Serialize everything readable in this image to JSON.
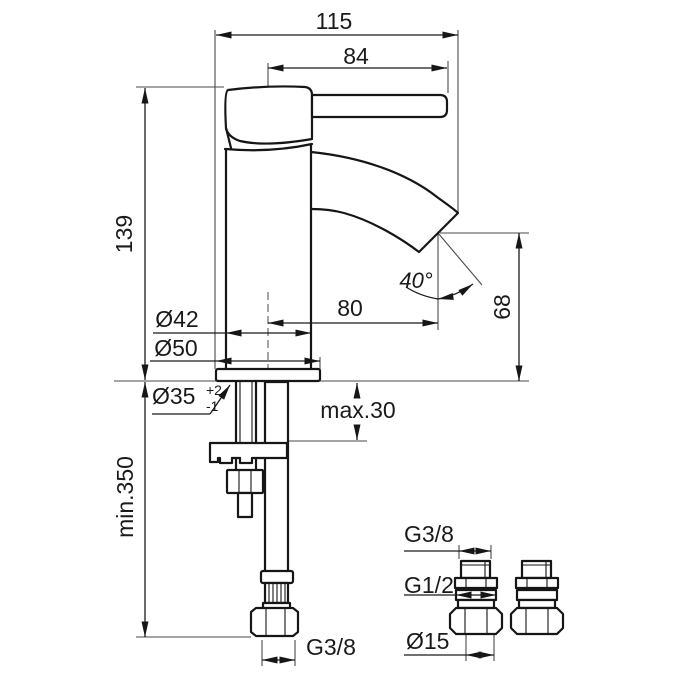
{
  "page": {
    "background": "#ffffff",
    "line_color": "#1a1a1a"
  },
  "drawing": {
    "labels": {
      "total_width": "115",
      "handle_length": "84",
      "body_height": "139",
      "spout_reach": "80",
      "spout_angle": "40°",
      "outlet_height": "68",
      "body_diameter": "Ø42",
      "base_diameter": "Ø50",
      "mounting_hole_diameter": "Ø35",
      "mounting_hole_tol_plus": "+2",
      "mounting_hole_tol_minus": "-1",
      "max_deck_thickness": "max.30",
      "min_hose_length": "min.350",
      "hose_thread": "G3/8",
      "adapter_inlet_thread": "G3/8",
      "adapter_outlet_thread": "G1/2",
      "adapter_pipe_diameter": "Ø15"
    }
  }
}
